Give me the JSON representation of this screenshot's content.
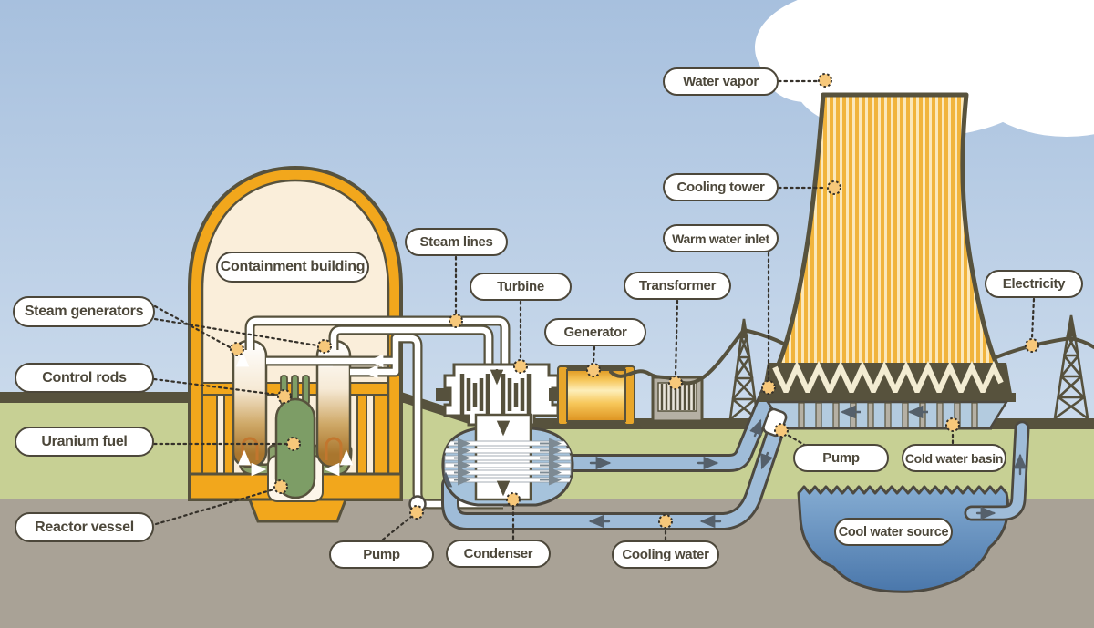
{
  "labels": {
    "containment_building": "Containment building",
    "steam_generators": "Steam generators",
    "control_rods": "Control rods",
    "uranium_fuel": "Uranium fuel",
    "reactor_vessel": "Reactor vessel",
    "steam_lines": "Steam lines",
    "turbine": "Turbine",
    "generator": "Generator",
    "transformer": "Transformer",
    "water_vapor": "Water vapor",
    "cooling_tower": "Cooling tower",
    "warm_water_inlet": "Warm water inlet",
    "electricity": "Electricity",
    "pump_primary": "Pump",
    "condenser": "Condenser",
    "cooling_water": "Cooling water",
    "pump_basin": "Pump",
    "cold_water_basin": "Cold water basin",
    "cool_water_source": "Cool water source"
  },
  "colors": {
    "sky_top": "#a7c0de",
    "sky_bottom": "#dbe6f2",
    "cloud": "#ffffff",
    "grass": "#c7d094",
    "ground_gray": "#a9a296",
    "outline_dark": "#57523d",
    "structure_orange": "#f2a71c",
    "containment_interior": "#faeeda",
    "cooling_tower_stripe": "#f1b43c",
    "cooling_tower_stripe_light": "#fbe8bb",
    "pipe_water_blue": "#9fbcd8",
    "basin_blue": "#b3cbdf",
    "pond_blue": "#5584b8",
    "reactor_green": "#7d9d66",
    "loop_green": "#8aa06b",
    "generator_gold": "#f6c14a",
    "label_border": "#4c473a",
    "anchor_dot": "#f7c87a"
  }
}
